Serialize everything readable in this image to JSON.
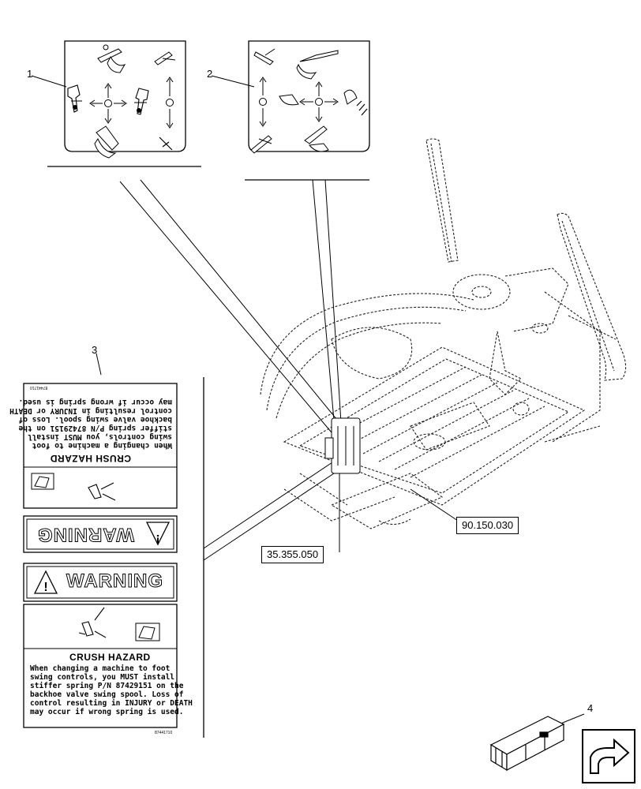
{
  "callouts": {
    "item1": "1",
    "item2": "2",
    "item3": "3",
    "item4": "4"
  },
  "references": {
    "ref_a": "90.150.030",
    "ref_b": "35.355.050"
  },
  "decal3": {
    "title": "CRUSH HAZARD",
    "lines": [
      "When changing a machine to foot",
      "swing controls, you MUST install",
      "stiffer spring P/N 87429151 on the",
      "backhoe valve swing spool. Loss of",
      "control resulting in INJURY or DEATH",
      "may occur if wrong spring is used."
    ],
    "warning_label": "WARNING",
    "code": "87441710"
  },
  "colors": {
    "line": "#000000",
    "dashed_body": "#222222",
    "decal_fill": "#ffffff"
  },
  "icons": [
    "lever-pattern-decal-1",
    "lever-pattern-decal-2",
    "crush-hazard-decal",
    "tractor-cab-floor",
    "shipping-crate-icon",
    "navigation-arrow-icon"
  ]
}
